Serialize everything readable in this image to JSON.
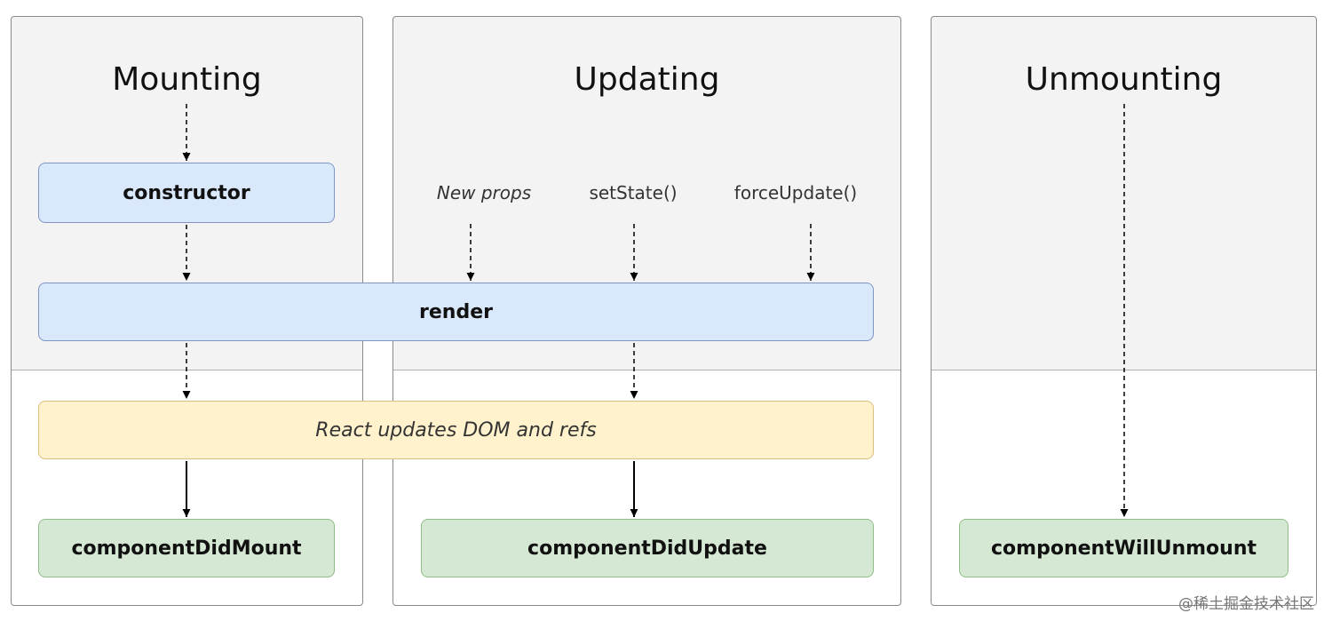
{
  "columns": {
    "mounting": {
      "title": "Mounting"
    },
    "updating": {
      "title": "Updating"
    },
    "unmounting": {
      "title": "Unmounting"
    }
  },
  "triggers": {
    "new_props": "New props",
    "set_state": "setState()",
    "force_update": "forceUpdate()"
  },
  "nodes": {
    "constructor": "constructor",
    "render": "render",
    "react_updates": "React updates DOM and refs",
    "component_did_mount": "componentDidMount",
    "component_did_update": "componentDidUpdate",
    "component_will_unmount": "componentWillUnmount"
  },
  "watermark": "@稀土掘金技术社区",
  "colors": {
    "render_phase_fill": "#dae8fc",
    "commit_dom_fill": "#fff2cc",
    "lifecycle_fill": "#d5e8d4"
  }
}
